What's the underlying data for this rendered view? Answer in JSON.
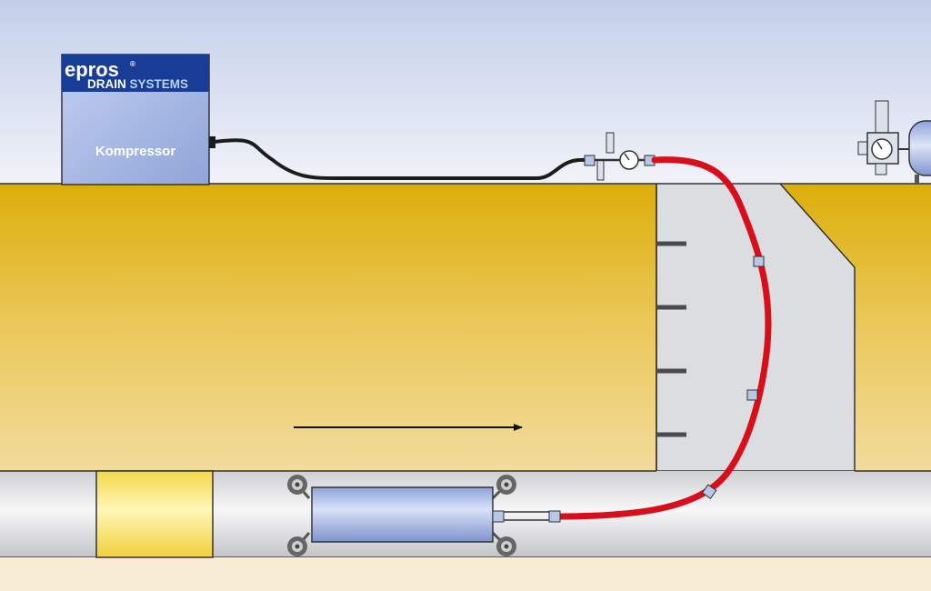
{
  "compressor": {
    "brand": "epros",
    "registered_mark": "®",
    "subbrand_part1": "DRAIN",
    "subbrand_part2": "SYSTEMS",
    "label": "Kompressor"
  },
  "colors": {
    "sky_top": "#c3cfe9",
    "sky_bottom": "#f1f3f9",
    "soil_top": "#dcae0a",
    "soil_bottom": "#f8ecd4",
    "shaft": "#dcdde0",
    "brand_blue": "#173d96",
    "box_blue": "#a7b8e2",
    "red_hose": "#d80f1a",
    "black_hose": "#1c1c1c",
    "liner": "#fbe678"
  }
}
